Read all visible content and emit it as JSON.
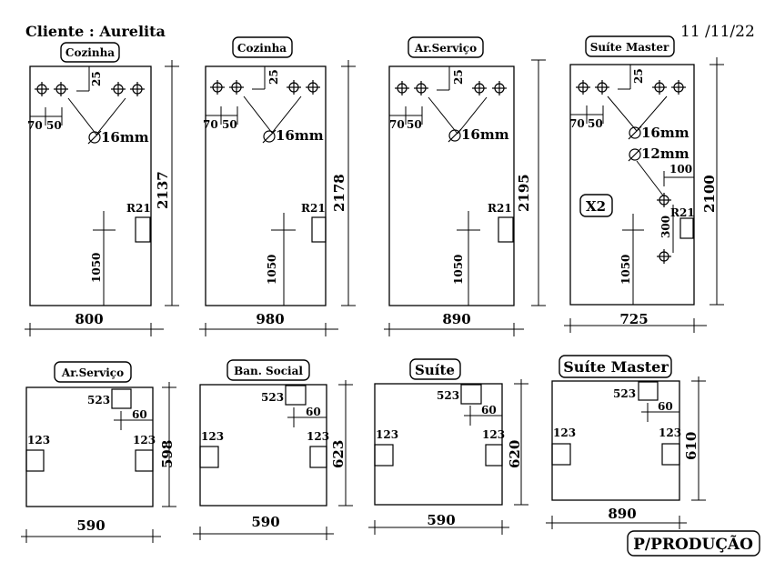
{
  "header": {
    "client": "Cliente : Aurelita",
    "date": "11 /11/22",
    "footer": "P/PRODUÇÃO"
  },
  "top_doors": [
    {
      "title": "Cozinha",
      "width": "800",
      "height": "2137",
      "d25": "25",
      "d70": "70",
      "d50": "50",
      "hole": "16mm",
      "r": "R21",
      "v1050": "1050"
    },
    {
      "title": "Cozinha",
      "width": "980",
      "height": "2178",
      "d25": "25",
      "d70": "70",
      "d50": "50",
      "hole": "16mm",
      "r": "R21",
      "v1050": "1050"
    },
    {
      "title": "Ar.Serviço",
      "width": "890",
      "height": "2195",
      "d25": "25",
      "d70": "70",
      "d50": "50",
      "hole": "16mm",
      "r": "R21",
      "v1050": "1050"
    },
    {
      "title": "Suíte Master",
      "width": "725",
      "height": "2100",
      "d25": "25",
      "d70": "70",
      "d50": "50",
      "hole": "16mm",
      "hole2": "12mm",
      "d100": "100",
      "d300": "300",
      "x2": "X2",
      "r": "R21",
      "v1050": "1050"
    }
  ],
  "bottom_panels": [
    {
      "title": "Ar.Serviço",
      "width": "590",
      "height": "598",
      "d523": "523",
      "d60": "60",
      "left": "123",
      "right": "123"
    },
    {
      "title": "Ban. Social",
      "width": "590",
      "height": "623",
      "d523": "523",
      "d60": "60",
      "left": "123",
      "right": "123"
    },
    {
      "title": "Suíte",
      "width": "590",
      "height": "620",
      "d523": "523",
      "d60": "60",
      "left": "123",
      "right": "123"
    },
    {
      "title": "Suíte Master",
      "width": "890",
      "height": "610",
      "d523": "523",
      "d60": "60",
      "left": "123",
      "right": "123"
    }
  ]
}
